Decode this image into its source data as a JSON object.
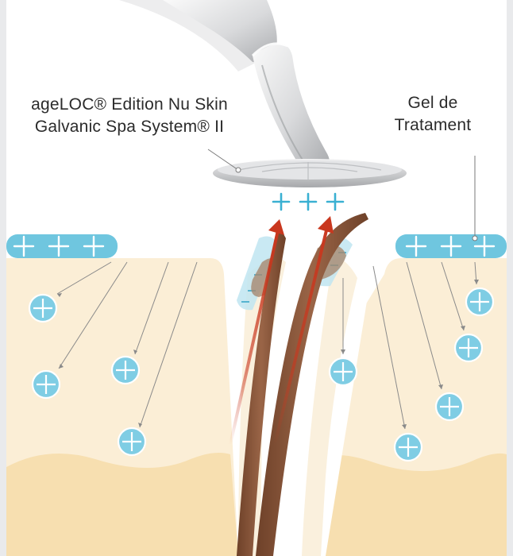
{
  "labels": {
    "device_line1": "ageLOC® Edition Nu Skin",
    "device_line2": "Galvanic Spa System® II",
    "gel_line1": "Gel de",
    "gel_line2": "Tratament"
  },
  "symbols": {
    "plus": "+",
    "minus": "–"
  },
  "colors": {
    "background": "#ffffff",
    "frame": "#e9eaec",
    "skin_light": "#fbeed6",
    "skin_deep": "#f7dfb0",
    "gel": "#6fc6df",
    "ion": "#7fcde4",
    "hair": "#8a5a3c",
    "arrow": "#c9371e"
  }
}
